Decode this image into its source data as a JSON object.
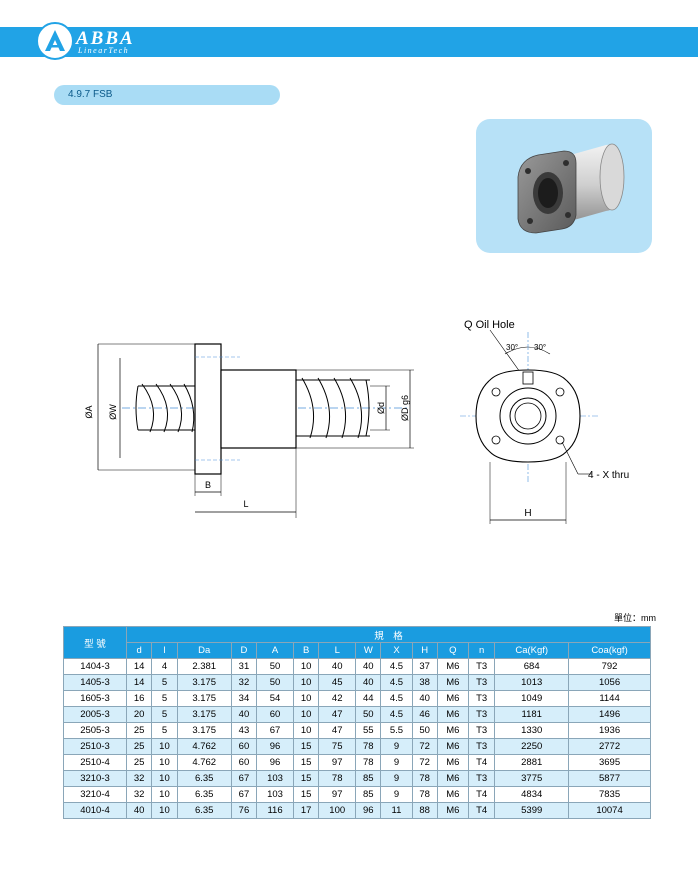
{
  "brand": {
    "name": "ABBA",
    "tagline": "LinearTech",
    "colors": {
      "accent": "#21a3e6",
      "pill": "#a9dcf5"
    }
  },
  "section": {
    "label": "4.9.7   FSB"
  },
  "drawing": {
    "dim_A": "ØA",
    "dim_W": "ØW",
    "dim_d": "Ød",
    "dim_D": "ØD g6",
    "dim_B": "B",
    "dim_L": "L",
    "oil_hole": "Q Oil Hole",
    "angle_1": "30°",
    "angle_2": "30°",
    "thru": "4 - X  thru",
    "dim_H": "H"
  },
  "unit_label": "單位：mm",
  "table": {
    "model_header": "型 號",
    "spec_header": "規　格",
    "columns": [
      "d",
      "l",
      "Da",
      "D",
      "A",
      "B",
      "L",
      "W",
      "X",
      "H",
      "Q",
      "n",
      "Ca(Kgf)",
      "Coa(kgf)"
    ],
    "rows": [
      [
        "1404-3",
        "14",
        "4",
        "2.381",
        "31",
        "50",
        "10",
        "40",
        "40",
        "4.5",
        "37",
        "M6",
        "T3",
        "684",
        "792"
      ],
      [
        "1405-3",
        "14",
        "5",
        "3.175",
        "32",
        "50",
        "10",
        "45",
        "40",
        "4.5",
        "38",
        "M6",
        "T3",
        "1013",
        "1056"
      ],
      [
        "1605-3",
        "16",
        "5",
        "3.175",
        "34",
        "54",
        "10",
        "42",
        "44",
        "4.5",
        "40",
        "M6",
        "T3",
        "1049",
        "1144"
      ],
      [
        "2005-3",
        "20",
        "5",
        "3.175",
        "40",
        "60",
        "10",
        "47",
        "50",
        "4.5",
        "46",
        "M6",
        "T3",
        "1181",
        "1496"
      ],
      [
        "2505-3",
        "25",
        "5",
        "3.175",
        "43",
        "67",
        "10",
        "47",
        "55",
        "5.5",
        "50",
        "M6",
        "T3",
        "1330",
        "1936"
      ],
      [
        "2510-3",
        "25",
        "10",
        "4.762",
        "60",
        "96",
        "15",
        "75",
        "78",
        "9",
        "72",
        "M6",
        "T3",
        "2250",
        "2772"
      ],
      [
        "2510-4",
        "25",
        "10",
        "4.762",
        "60",
        "96",
        "15",
        "97",
        "78",
        "9",
        "72",
        "M6",
        "T4",
        "2881",
        "3695"
      ],
      [
        "3210-3",
        "32",
        "10",
        "6.35",
        "67",
        "103",
        "15",
        "78",
        "85",
        "9",
        "78",
        "M6",
        "T3",
        "3775",
        "5877"
      ],
      [
        "3210-4",
        "32",
        "10",
        "6.35",
        "67",
        "103",
        "15",
        "97",
        "85",
        "9",
        "78",
        "M6",
        "T4",
        "4834",
        "7835"
      ],
      [
        "4010-4",
        "40",
        "10",
        "6.35",
        "76",
        "116",
        "17",
        "100",
        "96",
        "11",
        "88",
        "M6",
        "T4",
        "5399",
        "10074"
      ]
    ]
  }
}
